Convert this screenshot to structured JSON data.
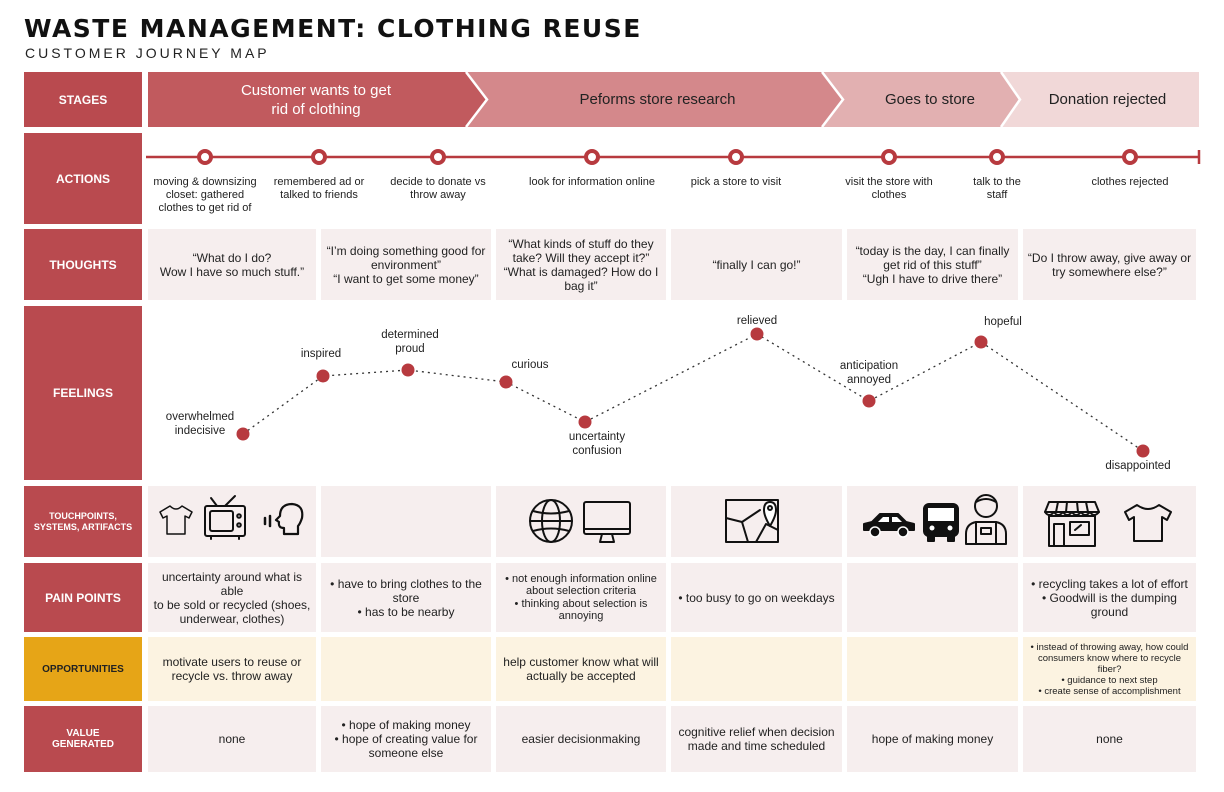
{
  "header": {
    "title": "WASTE MANAGEMENT: CLOTHING REUSE",
    "subtitle": "CUSTOMER JOURNEY MAP"
  },
  "rows": {
    "stages": "STAGES",
    "actions": "ACTIONS",
    "thoughts": "THOUGHTS",
    "feelings": "FEELINGS",
    "touchpoints": "TOUCHPOINTS,\nSYSTEMS, ARTIFACTS",
    "pain_points": "PAIN POINTS",
    "opportunities": "OPPORTUNITIES",
    "value": "VALUE\nGENERATED"
  },
  "stages": [
    "Customer wants to get\nrid of clothing",
    "Peforms store research",
    "Goes to store",
    "Donation rejected"
  ],
  "actions": [
    "moving & downsizing\ncloset: gathered\nclothes to get rid of",
    "remembered ad or\ntalked to friends",
    "decide to donate vs\nthrow away",
    "look for information online",
    "pick a store to visit",
    "visit the store with\nclothes",
    "talk to the\nstaff",
    "clothes rejected"
  ],
  "thoughts": [
    "“What do I do?\nWow I have so much stuff.”",
    "“I’m doing something good for\nenvironment”\n“I want to get some money”",
    "“What kinds of stuff do they\ntake? Will they accept it?”\n“What is damaged? How do I\nbag it”",
    "“finally I can go!”",
    "“today is the day, I can finally\nget rid of this stuff”\n“Ugh I have to drive there”",
    "“Do I throw away, give away or\ntry somewhere else?”"
  ],
  "feelings": [
    "overwhelmed\nindecisive",
    "inspired",
    "determined\nproud",
    "curious",
    "uncertainty\nconfusion",
    "relieved",
    "anticipation\nannoyed",
    "hopeful",
    "disappointed"
  ],
  "touchpoint_icons": [
    [
      "tshirt-icon",
      "tv-icon",
      "speaking-head-icon"
    ],
    [],
    [
      "globe-icon",
      "monitor-icon"
    ],
    [
      "map-icon"
    ],
    [
      "car-icon",
      "bus-icon",
      "staff-person-icon"
    ],
    [
      "storefront-icon",
      "tshirt-icon"
    ]
  ],
  "pain_points": [
    "uncertainty around what is able\nto be sold or recycled (shoes,\nunderwear, clothes)",
    "• have to bring clothes to the\nstore\n• has to be nearby",
    "• not enough information online\nabout selection criteria\n• thinking about selection is\nannoying",
    "•  too busy to go on weekdays",
    "",
    "• recycling takes a lot of effort\n• Goodwill is the dumping\nground"
  ],
  "opportunities": [
    "motivate users to reuse or\nrecycle vs. throw away",
    "",
    "help customer know what will\nactually be accepted",
    "",
    "",
    "• instead of throwing away, how could\nconsumers know where to recycle\nfiber?\n• guidance to next step\n• create sense of accomplishment"
  ],
  "value_generated": [
    "none",
    "• hope of making money\n• hope of creating value for\nsomeone else",
    "easier decisionmaking",
    "cognitive relief when decision\nmade and time scheduled",
    "hope of making money",
    "none"
  ],
  "colors": {
    "label": "#b94a4f",
    "stage1": "#c15a5e",
    "stage2": "#d4888b",
    "stage3": "#e2b0b1",
    "stage4": "#f1d8d8",
    "cell_pink": "#f6eeee",
    "cell_cream": "#fcf3e1",
    "opportunity_label": "#e6a517",
    "marker": "#b73a3f"
  }
}
